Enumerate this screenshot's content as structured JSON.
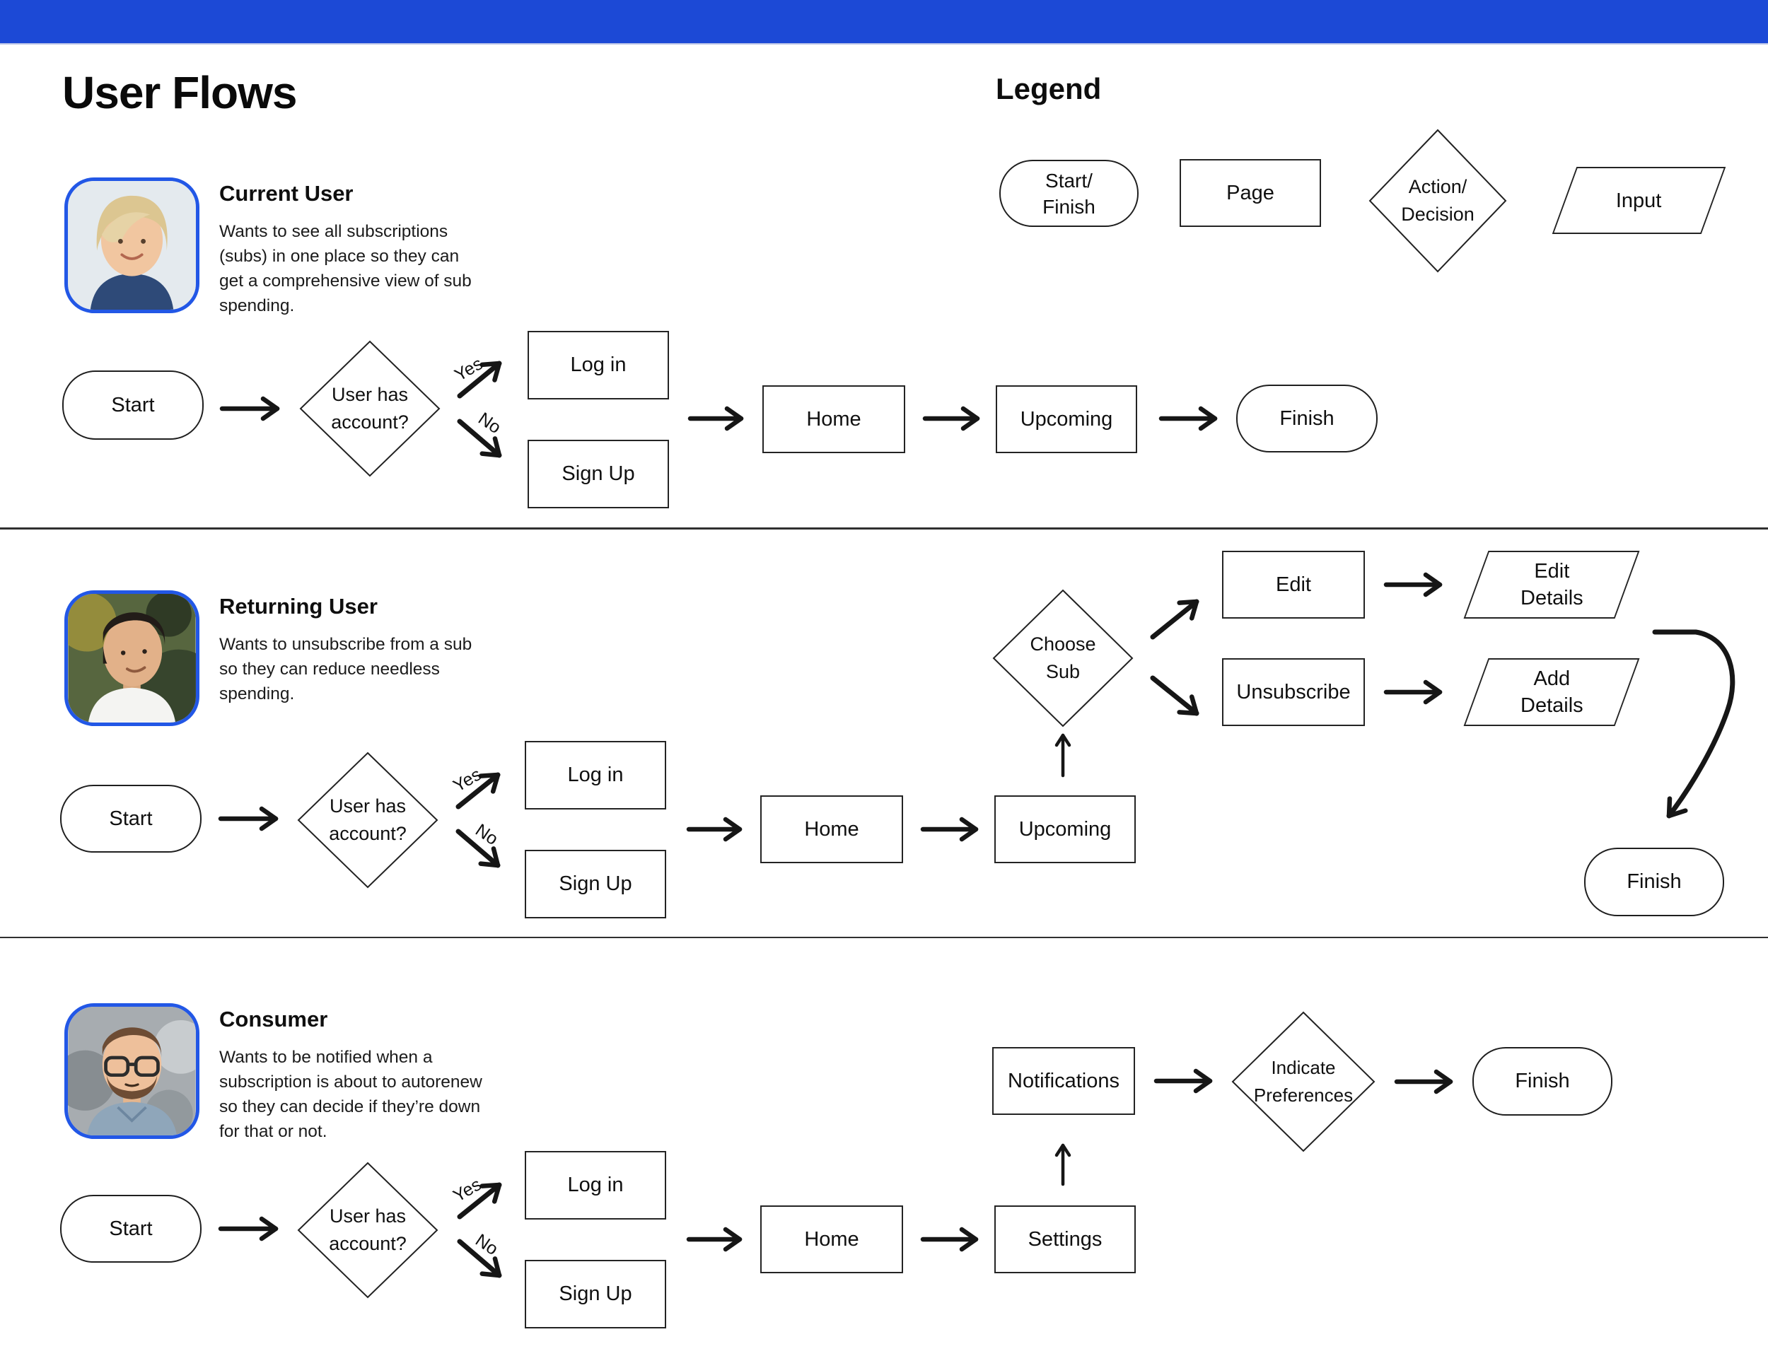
{
  "colors": {
    "header_bar": "#1c49d6",
    "avatar_border": "#2257e6",
    "ink": "#111111"
  },
  "page": {
    "title": "User Flows"
  },
  "legend": {
    "heading": "Legend",
    "start_finish": {
      "line1": "Start/",
      "line2": "Finish"
    },
    "page_label": "Page",
    "action_decision": {
      "line1": "Action/",
      "line2": "Decision"
    },
    "input_label": "Input"
  },
  "edge_labels": {
    "yes": "Yes",
    "no": "No"
  },
  "flows": [
    {
      "persona": "Current User",
      "description": "Wants to see all subscriptions (subs) in one place so they can get a comprehensive view of sub spending.",
      "nodes": {
        "start": "Start",
        "decision1": "User has",
        "decision2": "account?",
        "login": "Log in",
        "signup": "Sign Up",
        "home": "Home",
        "upcoming": "Upcoming",
        "finish": "Finish"
      }
    },
    {
      "persona": "Returning User",
      "description": "Wants to unsubscribe from a sub so they can reduce needless spending.",
      "nodes": {
        "start": "Start",
        "decision1": "User has",
        "decision2": "account?",
        "login": "Log in",
        "signup": "Sign Up",
        "home": "Home",
        "upcoming": "Upcoming",
        "choose1": "Choose",
        "choose2": "Sub",
        "edit": "Edit",
        "unsubscribe": "Unsubscribe",
        "edit_details1": "Edit",
        "edit_details2": "Details",
        "add_details1": "Add",
        "add_details2": "Details",
        "finish": "Finish"
      }
    },
    {
      "persona": "Consumer",
      "description": "Wants to be notified when a subscription is about to autorenew so they can decide if they’re down for that or not.",
      "nodes": {
        "start": "Start",
        "decision1": "User has",
        "decision2": "account?",
        "login": "Log in",
        "signup": "Sign Up",
        "home": "Home",
        "settings": "Settings",
        "notifications": "Notifications",
        "indicate1": "Indicate",
        "indicate2": "Preferences",
        "finish": "Finish"
      }
    }
  ]
}
